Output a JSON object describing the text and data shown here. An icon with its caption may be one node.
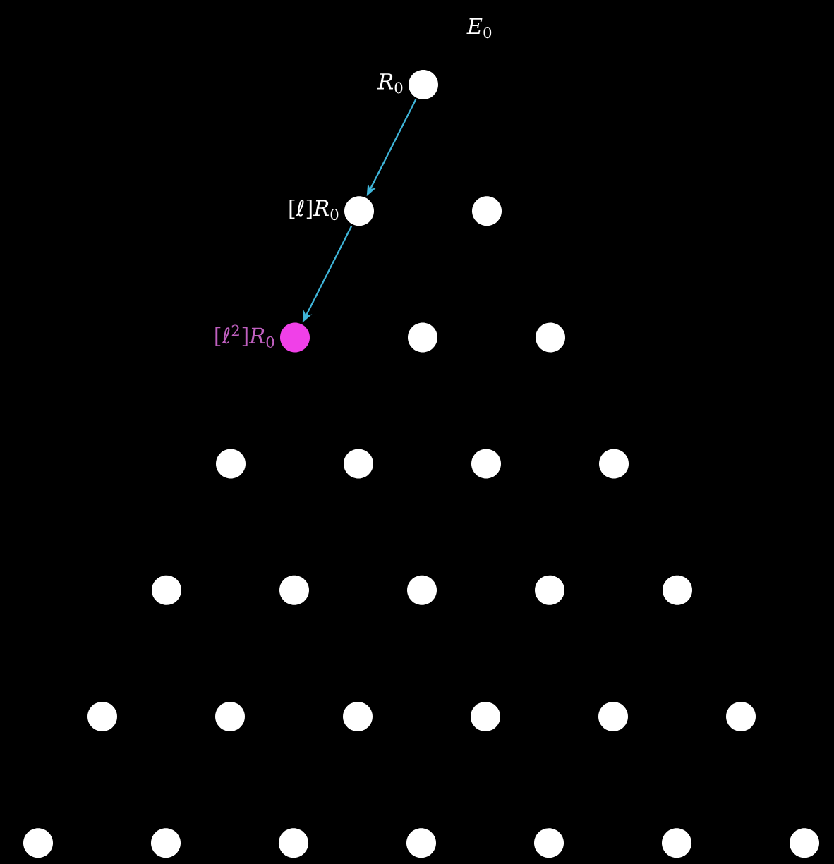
{
  "diagram": {
    "nodes": [
      {
        "text": [],
        "shape": "circle",
        "beside": [
          "*R*$_{0}$"
        ]
      },
      {
        "text": [],
        "shape": "circle",
        "beside": [
          "[*ℓ*]*R*$_{0}$"
        ]
      },
      {
        "text": [],
        "shape": "circle"
      },
      {
        "text": [],
        "shape": "circle",
        "beside": [
          "[*ℓ*$^{2}$]*R*$_{0}$"
        ]
      },
      {
        "text": [],
        "shape": "circle"
      },
      {
        "text": [],
        "shape": "circle"
      },
      {
        "text": [],
        "shape": "circle"
      },
      {
        "text": [],
        "shape": "circle"
      },
      {
        "text": [],
        "shape": "circle"
      },
      {
        "text": [],
        "shape": "circle"
      },
      {
        "text": [],
        "shape": "circle"
      },
      {
        "text": [],
        "shape": "circle"
      },
      {
        "text": [],
        "shape": "circle"
      },
      {
        "text": [],
        "shape": "circle"
      },
      {
        "text": [],
        "shape": "circle"
      },
      {
        "text": [],
        "shape": "circle"
      },
      {
        "text": [],
        "shape": "circle"
      },
      {
        "text": [],
        "shape": "circle"
      },
      {
        "text": [],
        "shape": "circle"
      },
      {
        "text": [],
        "shape": "circle"
      },
      {
        "text": [],
        "shape": "circle"
      },
      {
        "text": [],
        "shape": "circle"
      },
      {
        "text": [],
        "shape": "circle"
      },
      {
        "text": [],
        "shape": "circle"
      },
      {
        "text": [],
        "shape": "circle"
      },
      {
        "text": [],
        "shape": "circle"
      },
      {
        "text": [],
        "shape": "circle"
      },
      {
        "text": [],
        "shape": "circle"
      }
    ],
    "edges": [
      {
        "from": 0,
        "to": 1,
        "arrow": "to"
      },
      {
        "from": 1,
        "to": 3,
        "arrow": "to"
      }
    ],
    "labels": [
      "*E*$_{0}$"
    ]
  }
}
